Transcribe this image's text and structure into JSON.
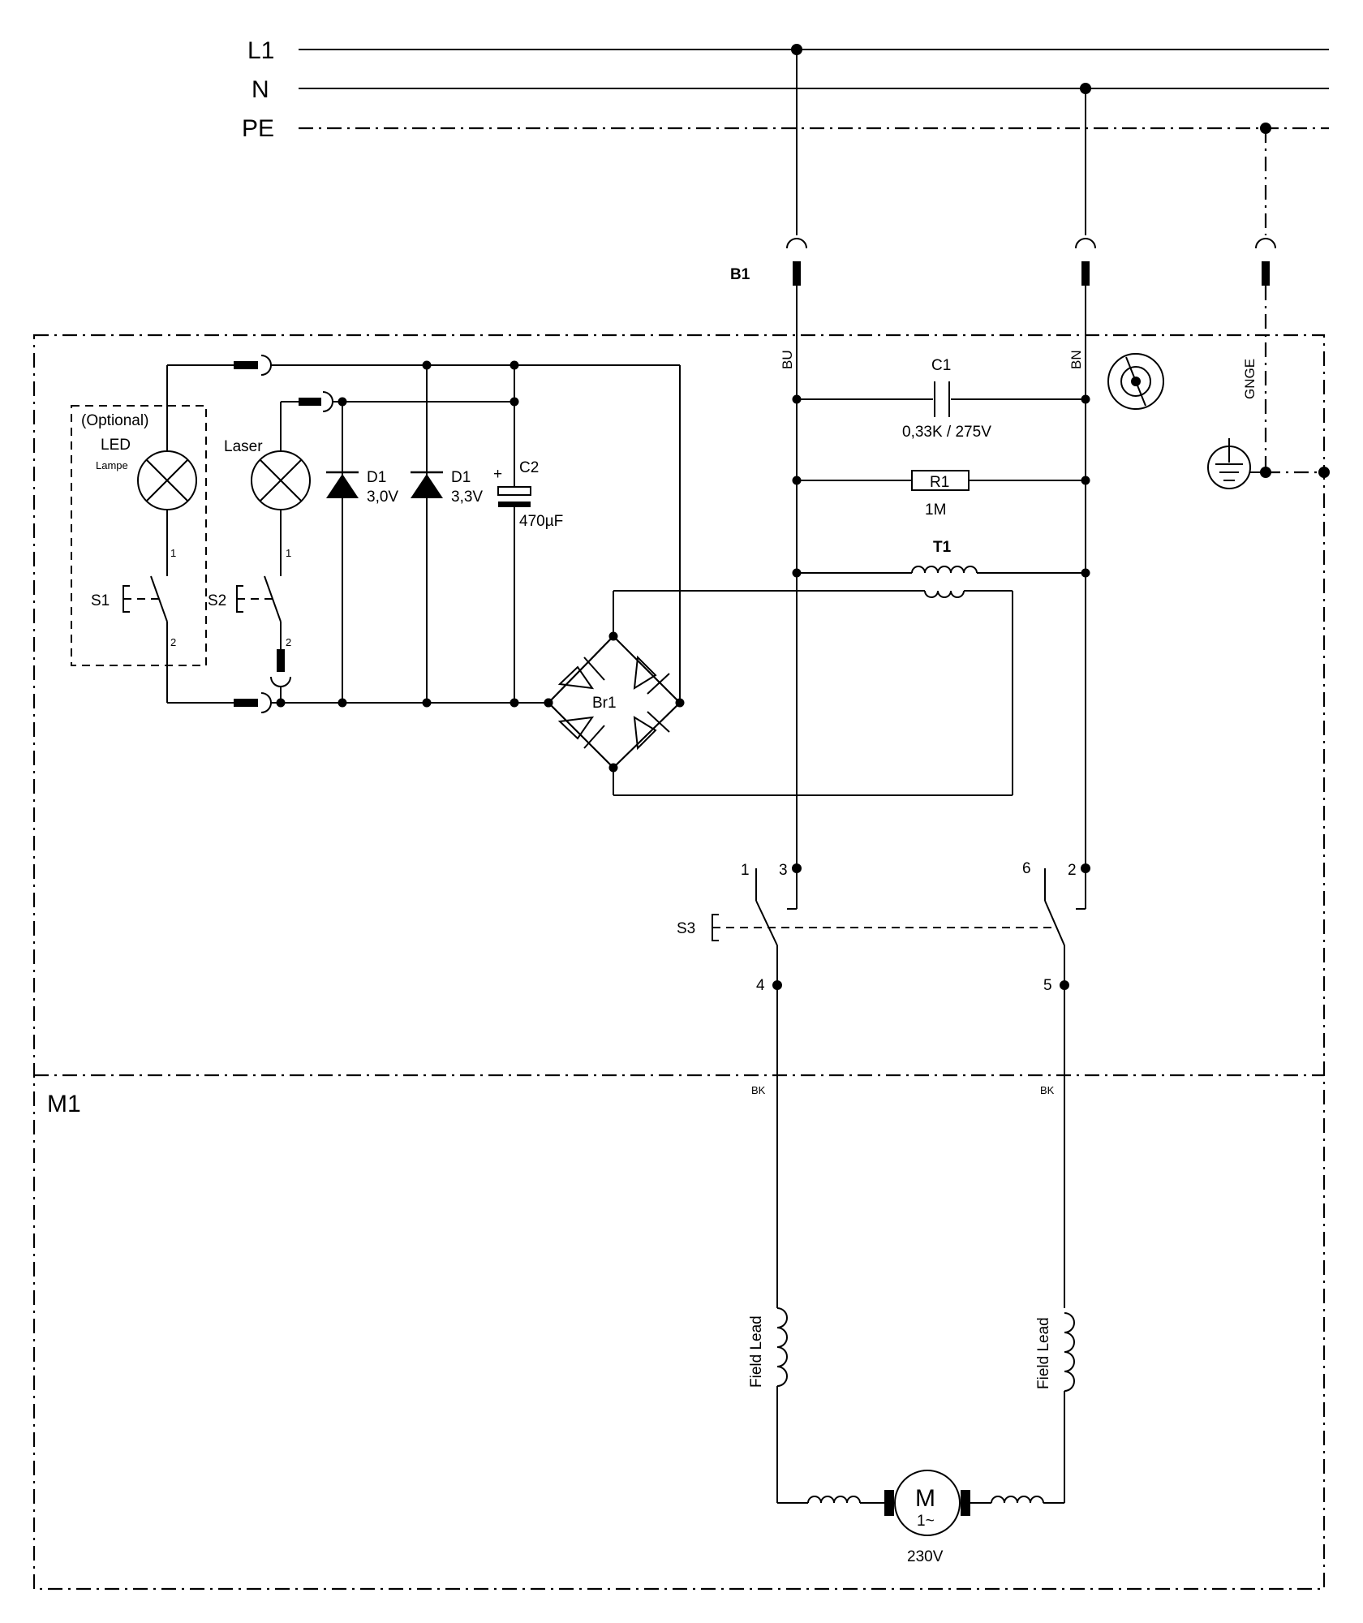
{
  "supply": {
    "l1": "L1",
    "n": "N",
    "pe": "PE"
  },
  "plug": {
    "name": "B1",
    "wire_bu": "BU",
    "wire_bn": "BN",
    "wire_gnge": "GNGE"
  },
  "module": "M1",
  "lamp_group": {
    "optional": "(Optional)",
    "led": "LED",
    "lampe": "Lampe"
  },
  "laser": "Laser",
  "switches": {
    "s1": "S1",
    "s2": "S2",
    "s3": "S3",
    "pin_1": "1",
    "pin_2": "2"
  },
  "diode_a": {
    "name": "D1",
    "value": "3,0V"
  },
  "diode_b": {
    "name": "D1",
    "value": "3,3V"
  },
  "cap_c2": {
    "plus": "+",
    "name": "C2",
    "value": "470µF"
  },
  "cap_c1": {
    "name": "C1",
    "value": "0,33K / 275V"
  },
  "res_r1": {
    "name": "R1",
    "value": "1M"
  },
  "trans_t1": {
    "name": "T1"
  },
  "bridge": {
    "name": "Br1"
  },
  "s3_pins": {
    "p1": "1",
    "p3": "3",
    "p6": "6",
    "p2": "2",
    "p4": "4",
    "p5": "5"
  },
  "motor": {
    "letter": "M",
    "phase": "1~",
    "voltage": "230V",
    "wire_left": "BK",
    "wire_right": "BK",
    "field_left": "Field Lead",
    "field_right": "Field Lead"
  },
  "colors": {
    "ink": "#000000",
    "paper": "#ffffff"
  },
  "icons": [
    "diode-icon",
    "capacitor-icon",
    "resistor-icon",
    "inductor-icon",
    "lamp-icon",
    "switch-icon",
    "ground-icon",
    "motor-icon",
    "double-insulation-icon",
    "connector-icon"
  ]
}
